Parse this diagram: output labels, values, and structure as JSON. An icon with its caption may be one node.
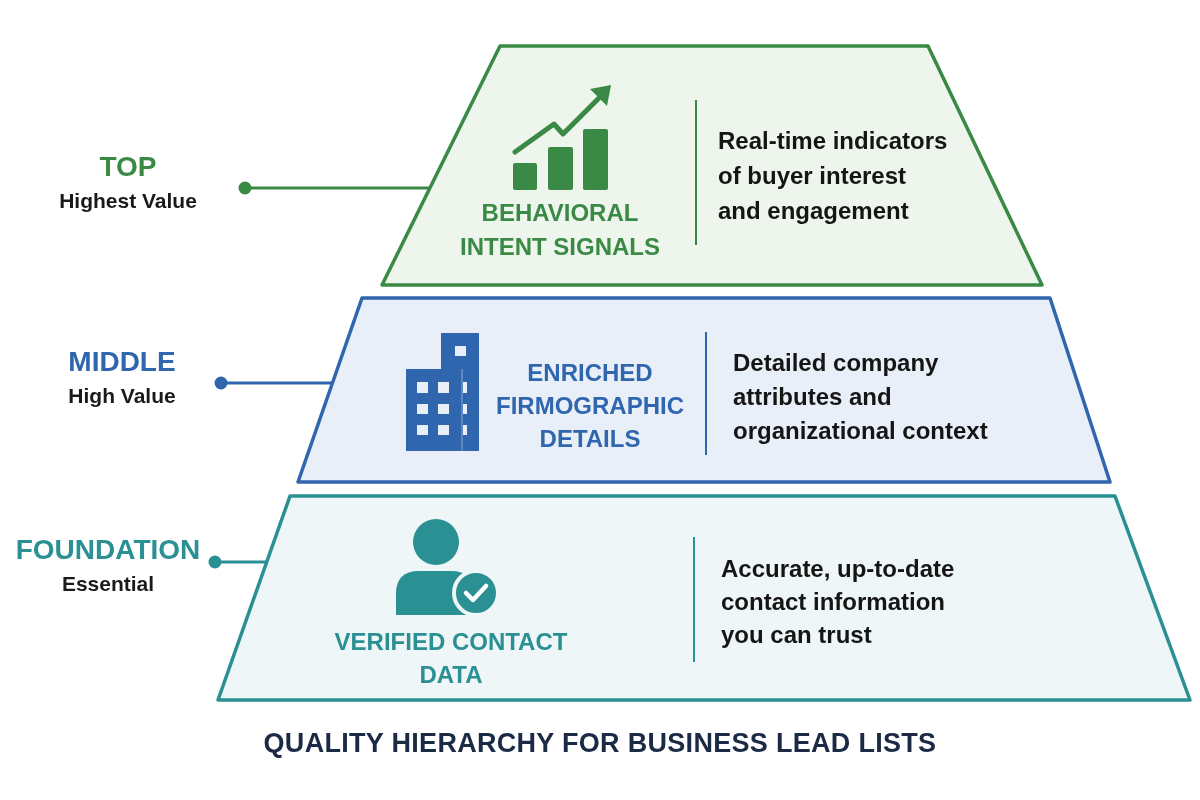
{
  "diagram": {
    "title": "QUALITY HIERARCHY FOR BUSINESS LEAD LISTS",
    "nodes": [
      {
        "text": [
          "TOP",
          "Highest Value"
        ]
      },
      {
        "text": [
          "BEHAVIORAL INTENT SIGNALS",
          "Real-time indicators of buyer interest and engagement"
        ]
      },
      {
        "text": [
          "MIDDLE",
          "High Value"
        ]
      },
      {
        "text": [
          "ENRICHED FIRMOGRAPHIC DETAILS",
          "Detailed company attributes and organizational context"
        ]
      },
      {
        "text": [
          "FOUNDATION",
          "Essential"
        ]
      },
      {
        "text": [
          "VERIFIED CONTACT DATA",
          "Accurate, up-to-date contact information you can trust"
        ]
      }
    ],
    "edges": [
      {
        "from": 0,
        "to": 1,
        "arrow": "other",
        "color": "#3a8a46"
      },
      {
        "from": 2,
        "to": 3,
        "arrow": "other",
        "color": "#2f66ad"
      },
      {
        "from": 4,
        "to": 5,
        "arrow": "other",
        "color": "#2a9094"
      }
    ]
  }
}
